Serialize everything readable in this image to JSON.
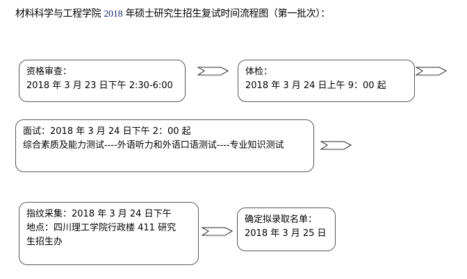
{
  "title": {
    "prefix": "材料科学与工程学院",
    "year": "2018",
    "suffix": "年硕士研究生招生复试时间流程图（第一批次）："
  },
  "steps": [
    {
      "label": "资格审查：",
      "lines": [
        "2018 年 3 月 23 日下午 2:30-6:00"
      ]
    },
    {
      "label": "体检：",
      "lines": [
        "2018 年 3 月 24 日上午 9：00 起"
      ]
    },
    {
      "label": "面试：",
      "lines": [
        "2018 年 3 月 24 日下午 2：00 起",
        "综合素质及能力测试----外语听力和外语口语测试----专业知识测试"
      ]
    },
    {
      "label": "指纹采集：",
      "lines": [
        "2018 年 3 月 24 日下午",
        "地点：四川理工学院行政楼  411  研究",
        "生招生办"
      ]
    },
    {
      "label": "确定拟录取名单：",
      "lines": [
        "2018 年 3 月 25 日"
      ]
    }
  ],
  "colors": {
    "box_border": "#555555",
    "number_text": "#1a2a6c",
    "arrow_fill": "#ffffff",
    "arrow_shadow": "#9a9a9a"
  }
}
